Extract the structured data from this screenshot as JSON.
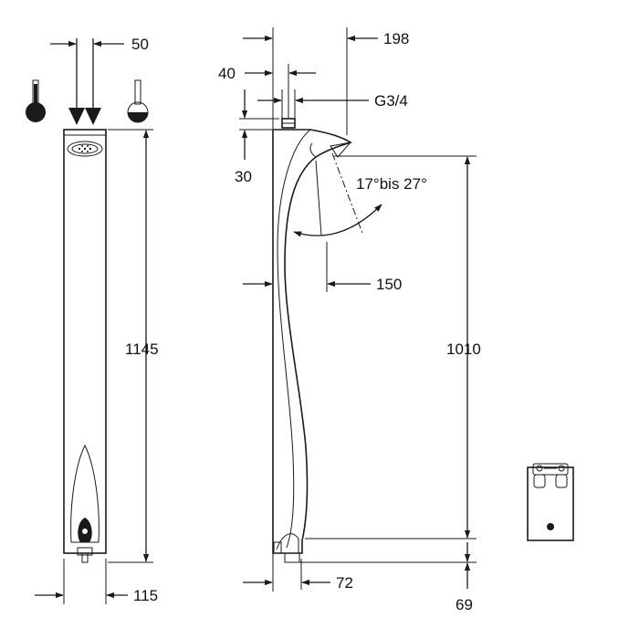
{
  "dimensions": {
    "d50": "50",
    "d198": "198",
    "d40": "40",
    "g34": "G3/4",
    "d30": "30",
    "angle": "17°bis 27°",
    "d150": "150",
    "d1145": "1145",
    "d1010": "1010",
    "d115": "115",
    "d72": "72",
    "d69": "69"
  },
  "icons": {
    "hot": "thermometer-hot-icon",
    "cold": "thermometer-cold-icon"
  },
  "colors": {
    "line": "#1a1a1a",
    "background": "#ffffff"
  }
}
